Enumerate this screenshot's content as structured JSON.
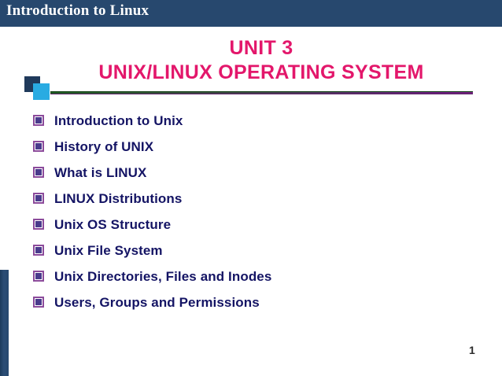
{
  "header": {
    "title": "Introduction to Linux",
    "bar_color": "#27486E",
    "text_color": "#FFFFFF"
  },
  "title_block": {
    "line1": "UNIT 3",
    "line2": "UNIX/LINUX OPERATING SYSTEM",
    "color": "#E3176B"
  },
  "decoration": {
    "square_dark_color": "#203A5B",
    "square_cyan_color": "#29ABE2",
    "rule_gradient_start": "#1f5c22",
    "rule_gradient_end": "#74237f"
  },
  "bullets": {
    "marker_border_color": "#8C4B9B",
    "marker_fill_color": "#4A3B8C",
    "text_color": "#141464",
    "items": [
      {
        "label": "Introduction to Unix"
      },
      {
        "label": "History of UNIX"
      },
      {
        "label": "What is LINUX"
      },
      {
        "label": "LINUX Distributions"
      },
      {
        "label": "Unix OS Structure"
      },
      {
        "label": "Unix File System"
      },
      {
        "label": "Unix Directories, Files and Inodes"
      },
      {
        "label": "Users, Groups and Permissions"
      }
    ]
  },
  "footer": {
    "page_number": "1"
  },
  "sidebar": {
    "accent_color": "#27486E"
  }
}
